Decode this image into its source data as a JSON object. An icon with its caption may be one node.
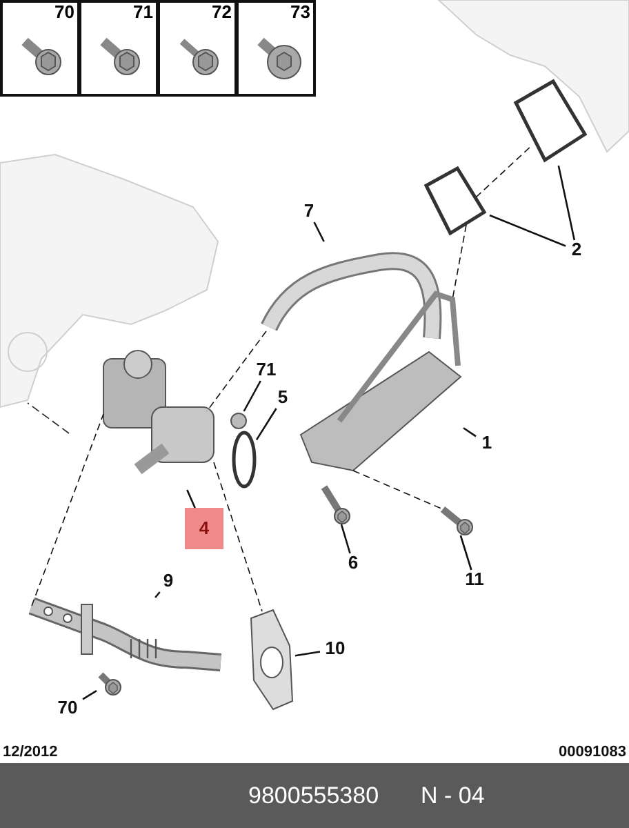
{
  "diagram": {
    "nodes": [
      {
        "text": [
          "70"
        ]
      },
      {
        "text": [
          "71"
        ]
      },
      {
        "text": [
          "72"
        ]
      },
      {
        "text": [
          "73"
        ]
      },
      {
        "text": [
          "7"
        ]
      },
      {
        "text": [],
        "shape": "picture"
      },
      {
        "text": [
          "2"
        ]
      },
      {
        "text": [],
        "shape": "picture"
      },
      {
        "text": [],
        "shape": "picture"
      },
      {
        "text": [
          "71"
        ]
      },
      {
        "text": [],
        "shape": "circle"
      },
      {
        "text": [
          "5"
        ]
      },
      {
        "text": [],
        "shape": "circle"
      },
      {
        "text": [
          "1"
        ]
      },
      {
        "text": [],
        "shape": "picture"
      },
      {
        "text": [
          "4"
        ]
      },
      {
        "text": [],
        "shape": "picture"
      },
      {
        "text": [
          "6"
        ]
      },
      {
        "text": [],
        "shape": "picture"
      },
      {
        "text": [
          "11"
        ]
      },
      {
        "text": [],
        "shape": "picture"
      },
      {
        "text": [
          "9"
        ]
      },
      {
        "text": [],
        "shape": "picture"
      },
      {
        "text": [
          "10"
        ]
      },
      {
        "text": [],
        "shape": "picture"
      },
      {
        "text": [
          "70"
        ]
      },
      {
        "text": [],
        "shape": "picture"
      }
    ],
    "edges": [
      {
        "from": 4,
        "to": 5,
        "arrow": "none"
      },
      {
        "from": 6,
        "to": 7,
        "arrow": "none"
      },
      {
        "from": 6,
        "to": 8,
        "arrow": "none"
      },
      {
        "from": 9,
        "to": 10,
        "arrow": "none"
      },
      {
        "from": 11,
        "to": 12,
        "arrow": "none"
      },
      {
        "from": 13,
        "to": 14,
        "arrow": "none"
      },
      {
        "from": 15,
        "to": 16,
        "arrow": "none"
      },
      {
        "from": 17,
        "to": 18,
        "arrow": "none"
      },
      {
        "from": 19,
        "to": 20,
        "arrow": "none"
      },
      {
        "from": 21,
        "to": 22,
        "arrow": "none"
      },
      {
        "from": 23,
        "to": 24,
        "arrow": "none"
      },
      {
        "from": 25,
        "to": 26,
        "arrow": "none"
      },
      {
        "from": 5,
        "to": 16,
        "arrow": "none",
        "style": "dashed"
      },
      {
        "from": 14,
        "to": 20,
        "arrow": "none",
        "style": "dashed"
      },
      {
        "from": 16,
        "to": 24,
        "arrow": "none",
        "style": "dashed"
      },
      {
        "from": 22,
        "to": 16,
        "arrow": "none",
        "style": "dashed"
      },
      {
        "from": 7,
        "to": 8,
        "arrow": "none",
        "style": "dashed"
      },
      {
        "from": 7,
        "to": 14,
        "arrow": "none",
        "style": "dashed"
      }
    ],
    "labels": [
      "12/2012",
      "00091083",
      "9800555380",
      "N - 04"
    ]
  }
}
